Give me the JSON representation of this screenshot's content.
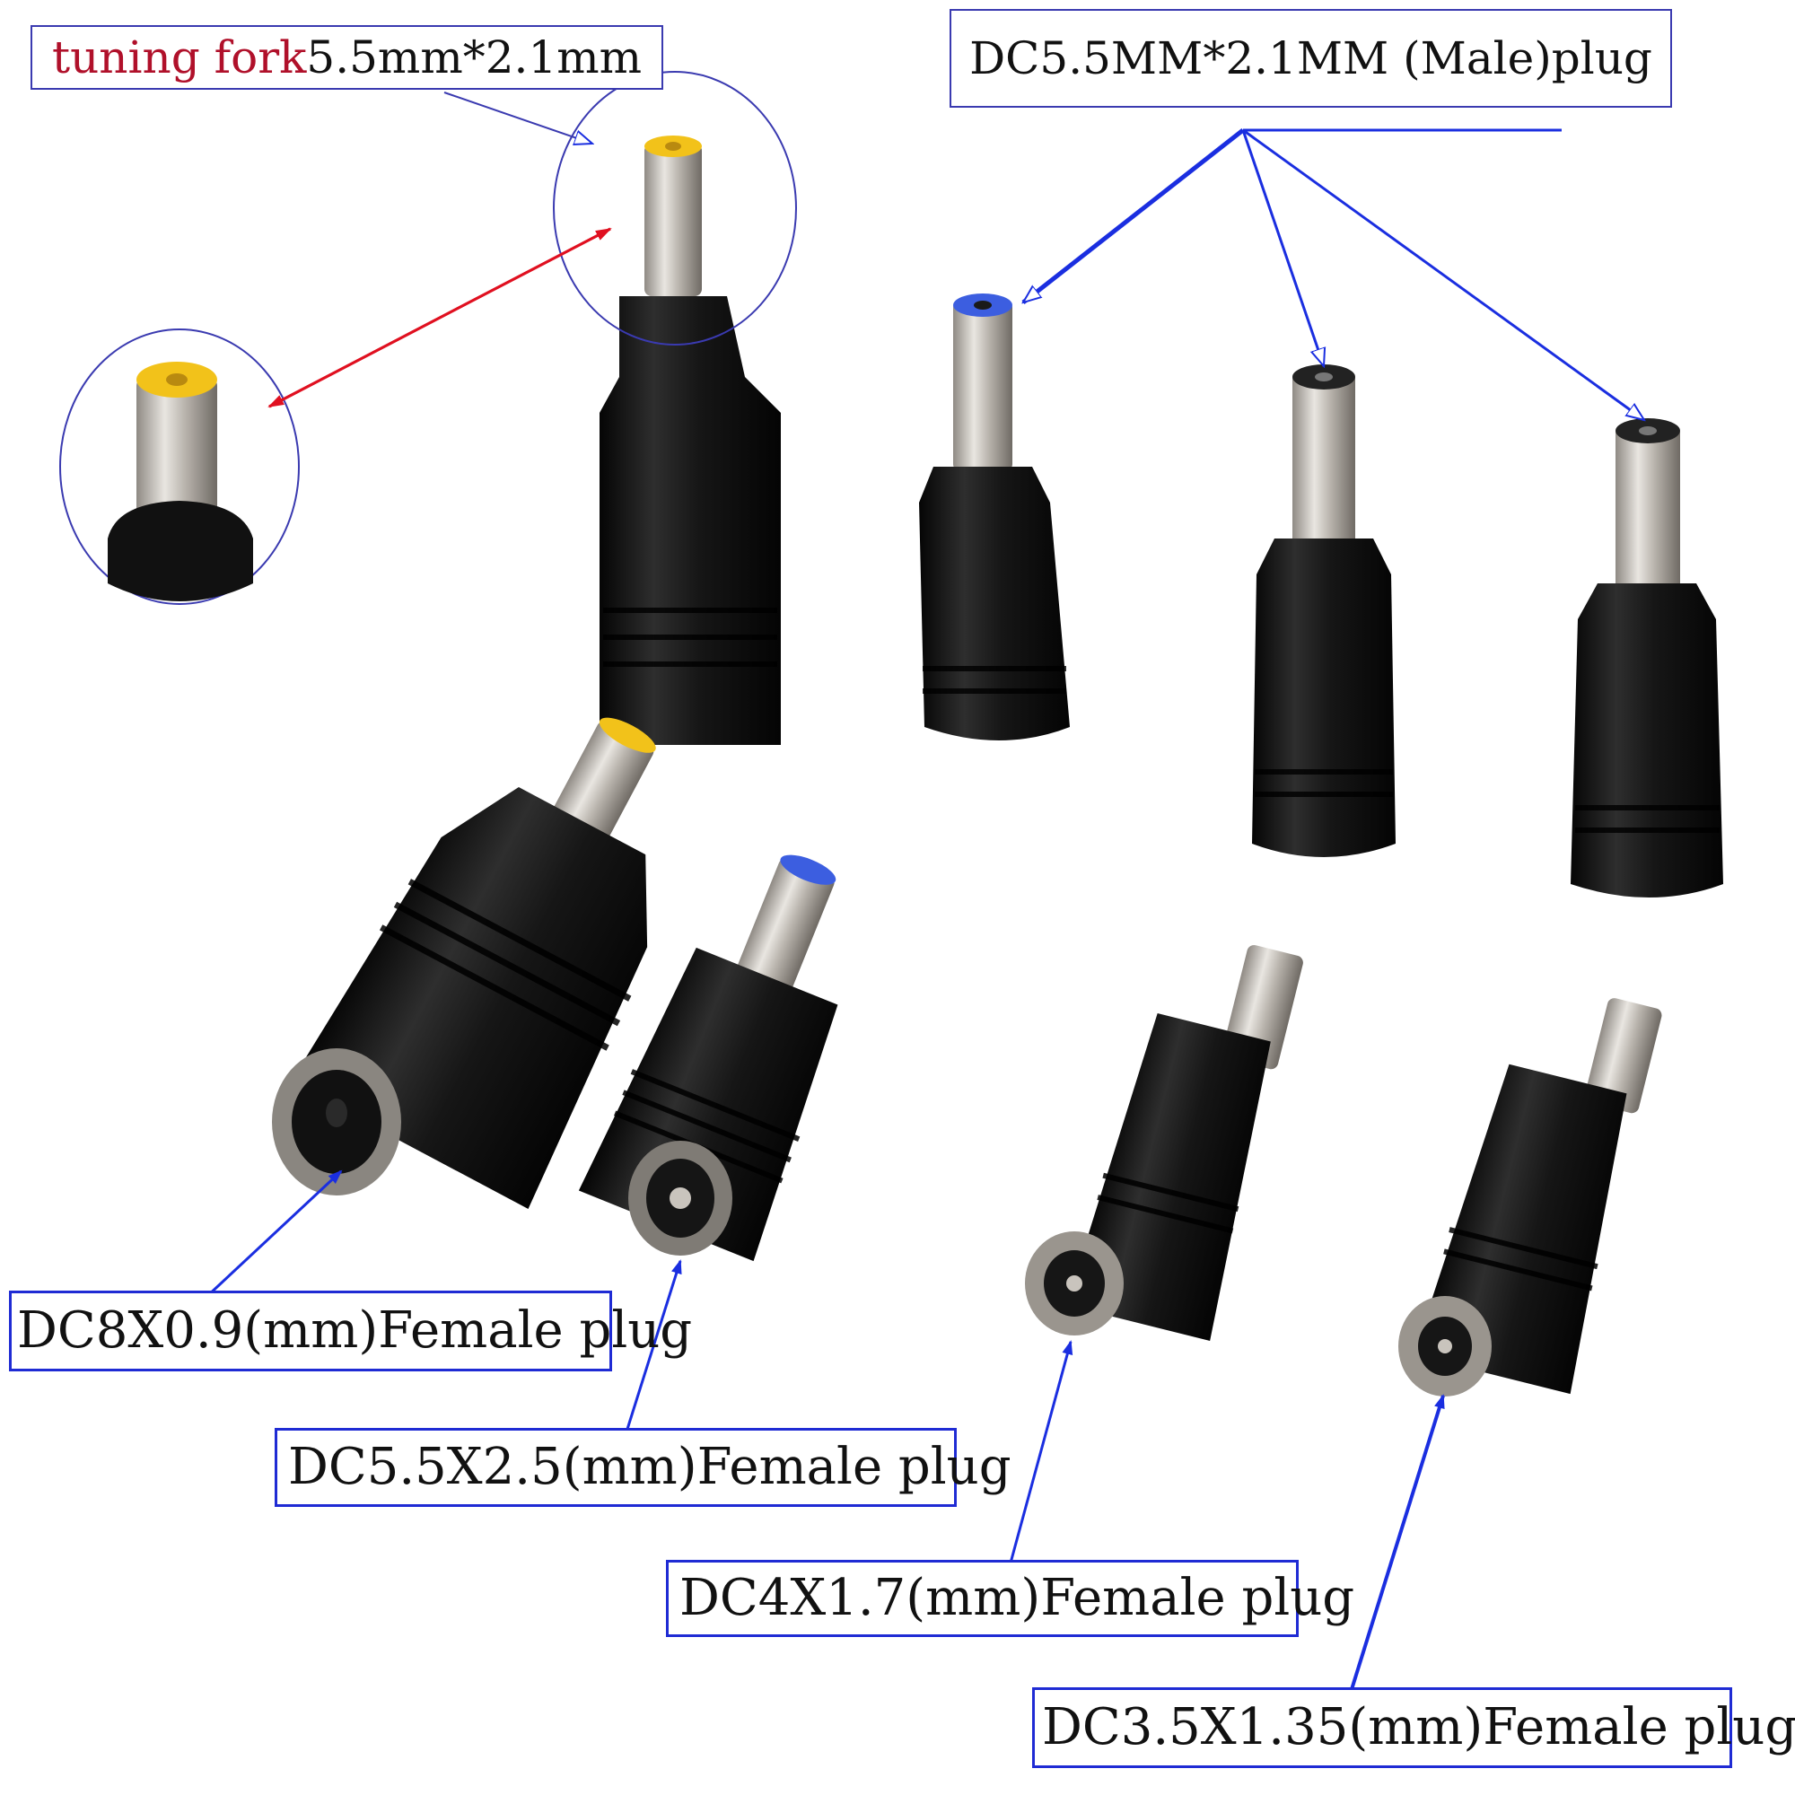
{
  "labels": {
    "tuning_fork_red": "tuning fork",
    "tuning_fork_size": "5.5mm*2.1mm",
    "male_plug": "DC5.5MM*2.1MM (Male)plug",
    "female_8x09": "DC8X0.9(mm)Female plug",
    "female_55x25": "DC5.5X2.5(mm)Female plug",
    "female_4x17": "DC4X1.7(mm)Female plug",
    "female_35x135": "DC3.5X1.35(mm)Female plug"
  },
  "colors": {
    "label_border": "#1f2bd4",
    "arrow_blue": "#1a2ee0",
    "arrow_red": "#e01020",
    "tuning_fork_text": "#b0102a",
    "connector_body": "#141414",
    "metal": "#c9c4bd",
    "yellow_tip": "#f2c21a",
    "blue_ring": "#3c5ee0"
  }
}
